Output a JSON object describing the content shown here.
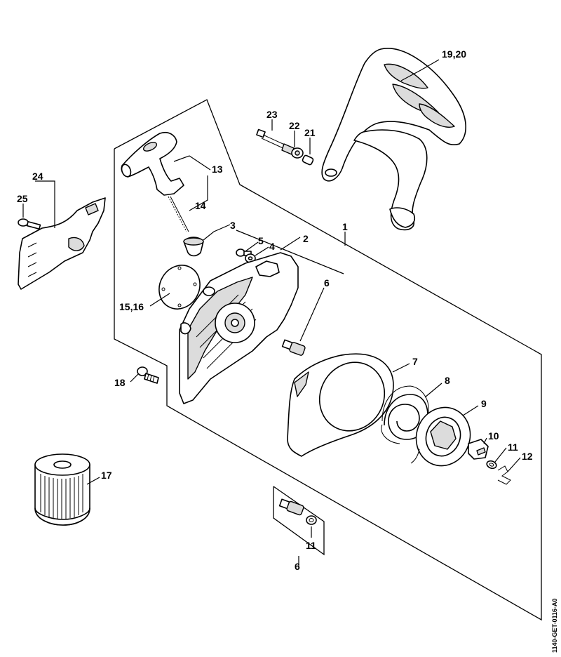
{
  "labels": {
    "l1": "1",
    "l2": "2",
    "l3": "3",
    "l4": "4",
    "l5": "5",
    "l6": "6",
    "l6b": "6",
    "l7": "7",
    "l8": "8",
    "l9": "9",
    "l10": "10",
    "l11": "11",
    "l11b": "11",
    "l12": "12",
    "l13": "13",
    "l14": "14",
    "l15_16": "15,16",
    "l17": "17",
    "l18": "18",
    "l19_20": "19,20",
    "l21": "21",
    "l22": "22",
    "l23": "23",
    "l24": "24",
    "l25": "25"
  },
  "reference_code": "1140-GET-0116-A0"
}
